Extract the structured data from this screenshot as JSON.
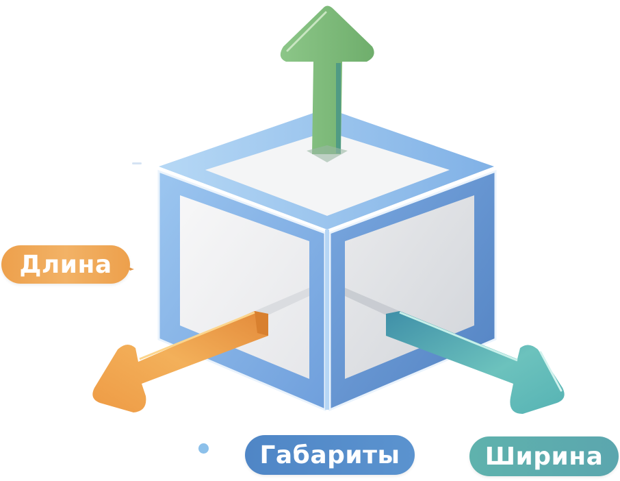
{
  "diagram": {
    "subject": "3D cube with dimension arrows",
    "labels": {
      "length": "Длина",
      "dimensions": "Габариты",
      "width": "Ширина"
    },
    "arrows": [
      {
        "name": "height",
        "direction": "up",
        "color": "#7fbf7a"
      },
      {
        "name": "length",
        "direction": "down-left",
        "color": "#ee9a45"
      },
      {
        "name": "width",
        "direction": "down-right",
        "color": "#5bb5b5"
      }
    ],
    "colors": {
      "cube_frame": "#7aaee6",
      "cube_frame_dark": "#5a8cc9",
      "cube_face": "#f1f2f4",
      "length_pill": "#eda04c",
      "dimensions_pill": "#5089c7",
      "width_pill": "#5eafad",
      "height_arrow": "#82bf7d"
    }
  }
}
